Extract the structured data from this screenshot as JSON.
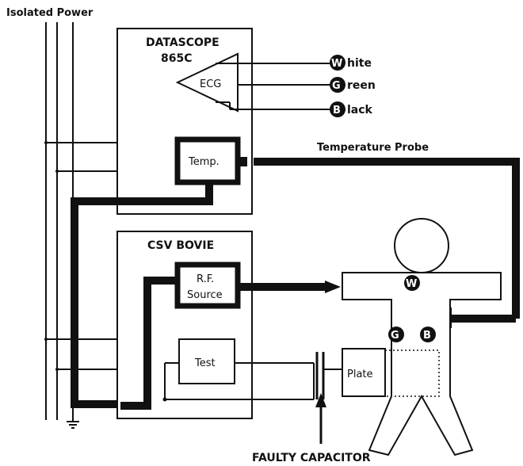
{
  "title": "Isolated Power",
  "datascope": {
    "name_line1": "DATASCOPE",
    "name_line2": "865C",
    "ecg_label": "ECG",
    "temp_label": "Temp."
  },
  "leads": [
    {
      "letter": "W",
      "rest": "hite"
    },
    {
      "letter": "G",
      "rest": "reen"
    },
    {
      "letter": "B",
      "rest": "lack"
    }
  ],
  "temperature_probe_label": "Temperature Probe",
  "bovie": {
    "name": "CSV BOVIE",
    "rf_line1": "R.F.",
    "rf_line2": "Source",
    "test_label": "Test"
  },
  "plate_label": "Plate",
  "faulty_capacitor_label": "FAULTY CAPACITOR",
  "body_electrodes": {
    "chest": "W",
    "left": "G",
    "right": "B"
  }
}
